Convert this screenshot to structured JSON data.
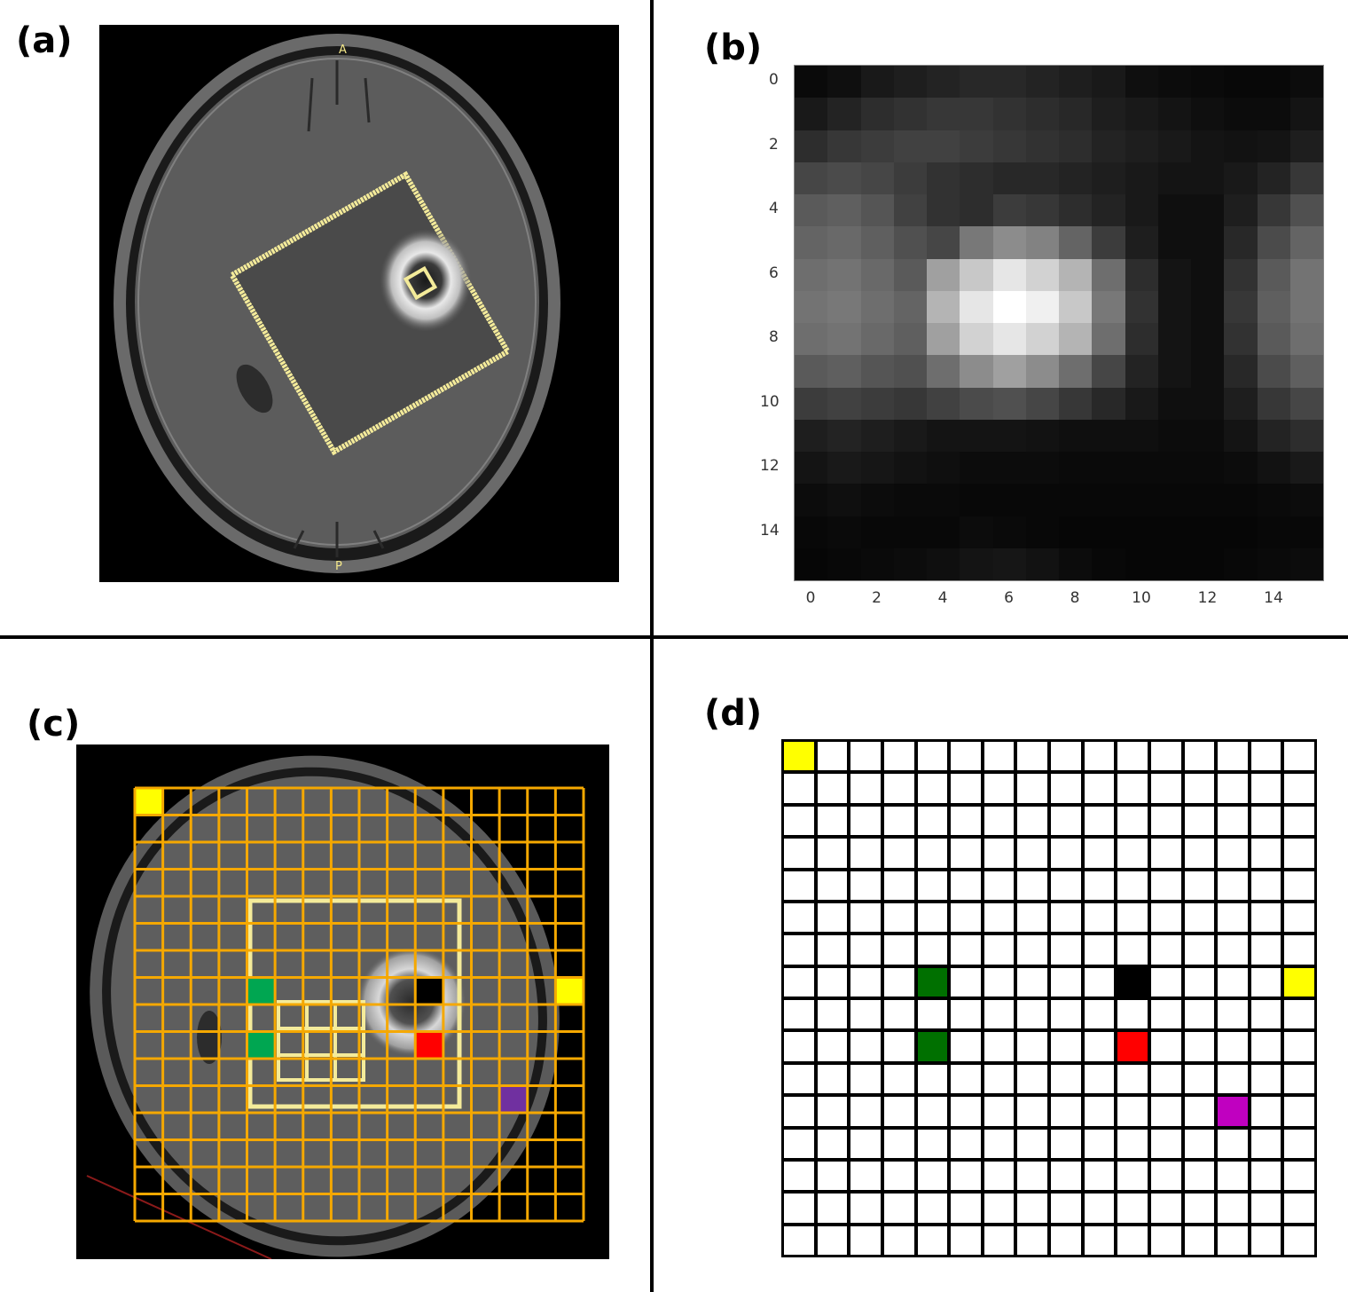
{
  "panels": {
    "a": {
      "label": "(a)",
      "orient_top": "A",
      "orient_bottom": "P"
    },
    "b": {
      "label": "(b)"
    },
    "c": {
      "label": "(c)"
    },
    "d": {
      "label": "(d)"
    }
  },
  "chart_data": {
    "type": "heatmap",
    "title": "",
    "xlabel": "",
    "ylabel": "",
    "x_ticks": [
      "0",
      "2",
      "4",
      "6",
      "8",
      "10",
      "12",
      "14"
    ],
    "y_ticks": [
      "0",
      "2",
      "4",
      "6",
      "8",
      "10",
      "12",
      "14"
    ],
    "xlim": [
      0,
      15
    ],
    "ylim": [
      0,
      15
    ],
    "colormap": "gray",
    "grid": false,
    "values": [
      [
        10,
        15,
        25,
        30,
        35,
        40,
        40,
        35,
        30,
        25,
        15,
        12,
        10,
        8,
        8,
        12
      ],
      [
        25,
        35,
        45,
        50,
        55,
        55,
        50,
        45,
        40,
        30,
        25,
        20,
        15,
        12,
        12,
        20
      ],
      [
        45,
        55,
        60,
        65,
        65,
        60,
        55,
        50,
        45,
        35,
        30,
        25,
        20,
        18,
        20,
        30
      ],
      [
        70,
        75,
        70,
        60,
        50,
        45,
        40,
        40,
        35,
        30,
        25,
        20,
        20,
        25,
        35,
        55
      ],
      [
        90,
        95,
        85,
        65,
        50,
        45,
        60,
        55,
        45,
        35,
        25,
        15,
        15,
        30,
        55,
        80
      ],
      [
        100,
        105,
        95,
        80,
        70,
        120,
        140,
        130,
        100,
        60,
        30,
        15,
        15,
        40,
        75,
        100
      ],
      [
        110,
        115,
        105,
        90,
        160,
        200,
        230,
        210,
        180,
        110,
        45,
        20,
        15,
        50,
        90,
        115
      ],
      [
        115,
        120,
        110,
        100,
        180,
        230,
        255,
        240,
        200,
        120,
        50,
        20,
        15,
        55,
        95,
        115
      ],
      [
        110,
        115,
        105,
        95,
        160,
        210,
        230,
        210,
        180,
        110,
        45,
        20,
        15,
        50,
        90,
        110
      ],
      [
        90,
        95,
        85,
        80,
        110,
        140,
        160,
        140,
        110,
        70,
        35,
        20,
        15,
        40,
        75,
        95
      ],
      [
        60,
        65,
        60,
        55,
        65,
        75,
        80,
        70,
        55,
        40,
        25,
        15,
        15,
        30,
        55,
        70
      ],
      [
        30,
        35,
        30,
        25,
        20,
        20,
        20,
        18,
        15,
        15,
        15,
        12,
        12,
        20,
        35,
        45
      ],
      [
        20,
        25,
        22,
        18,
        15,
        12,
        12,
        12,
        10,
        10,
        10,
        10,
        10,
        12,
        18,
        25
      ],
      [
        12,
        15,
        12,
        10,
        10,
        8,
        8,
        8,
        8,
        8,
        8,
        8,
        8,
        8,
        10,
        12
      ],
      [
        8,
        10,
        8,
        8,
        8,
        12,
        10,
        8,
        6,
        6,
        6,
        6,
        6,
        6,
        8,
        8
      ],
      [
        6,
        8,
        10,
        12,
        15,
        20,
        22,
        18,
        12,
        8,
        6,
        6,
        6,
        8,
        10,
        12
      ]
    ]
  },
  "grid_c": {
    "size": 16,
    "line_color": "#f5a800",
    "highlights": [
      {
        "row": 0,
        "col": 0,
        "color": "#ffff00"
      },
      {
        "row": 7,
        "col": 4,
        "color": "#00a651"
      },
      {
        "row": 7,
        "col": 10,
        "color": "#000000"
      },
      {
        "row": 7,
        "col": 15,
        "color": "#ffff00"
      },
      {
        "row": 9,
        "col": 4,
        "color": "#00a651"
      },
      {
        "row": 9,
        "col": 10,
        "color": "#ff0000"
      },
      {
        "row": 11,
        "col": 13,
        "color": "#7030a0"
      }
    ]
  },
  "grid_d": {
    "size": 16,
    "highlights": [
      {
        "row": 0,
        "col": 0,
        "color": "#ffff00"
      },
      {
        "row": 7,
        "col": 4,
        "color": "#007000"
      },
      {
        "row": 7,
        "col": 10,
        "color": "#000000"
      },
      {
        "row": 7,
        "col": 15,
        "color": "#ffff00"
      },
      {
        "row": 9,
        "col": 4,
        "color": "#007000"
      },
      {
        "row": 9,
        "col": 10,
        "color": "#ff0000"
      },
      {
        "row": 11,
        "col": 13,
        "color": "#c000c0"
      }
    ]
  }
}
